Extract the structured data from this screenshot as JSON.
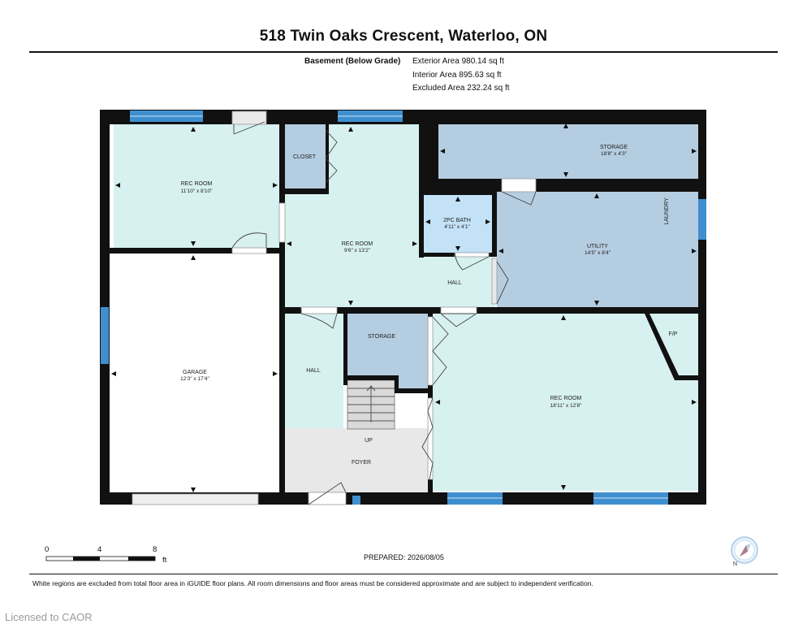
{
  "title": "518 Twin Oaks Crescent, Waterloo, ON",
  "level": "Basement (Below Grade)",
  "areas": {
    "exterior": "Exterior Area 980.14 sq ft",
    "interior": "Interior Area 895.63 sq ft",
    "excluded": "Excluded Area 232.24 sq ft"
  },
  "rooms": {
    "rec1": {
      "name": "REC ROOM",
      "dim": "11'10\" x 8'10\""
    },
    "closet": {
      "name": "CLOSET"
    },
    "rec2": {
      "name": "REC ROOM",
      "dim": "9'6\" x 13'2\""
    },
    "storage1": {
      "name": "STORAGE",
      "dim": "18'8\" x 4'3\""
    },
    "bath": {
      "name": "2PC BATH",
      "dim": "4'11\" x 4'1\""
    },
    "utility": {
      "name": "UTILITY",
      "dim": "14'5\" x 8'4\""
    },
    "laundry": {
      "name": "LAUNDRY"
    },
    "hall1": {
      "name": "HALL"
    },
    "garage": {
      "name": "GARAGE",
      "dim": "12'3\" x 17'4\""
    },
    "hall2": {
      "name": "HALL"
    },
    "storage2": {
      "name": "STORAGE"
    },
    "fp": {
      "name": "F/P"
    },
    "rec3": {
      "name": "REC ROOM",
      "dim": "18'11\" x 12'8\""
    },
    "up": {
      "name": "UP"
    },
    "foyer": {
      "name": "FOYER"
    }
  },
  "scale": {
    "t0": "0",
    "t4": "4",
    "t8": "8",
    "unit": "ft"
  },
  "compass": {
    "label": "N",
    "icon": "north-compass-icon"
  },
  "prepared": "PREPARED: 2026/08/05",
  "disclaimer": "White regions are excluded from total floor area in iGUIDE floor plans. All room dimensions and floor areas must be considered approximate and are subject to independent verification.",
  "license": "Licensed to CAOR",
  "colors": {
    "wall": "#111111",
    "rec_room": "#d6f1ef",
    "storage": "#b5cde0",
    "bath": "#c3e2f8",
    "foyer": "#e8e8e8",
    "window": "#3f8fcf"
  }
}
